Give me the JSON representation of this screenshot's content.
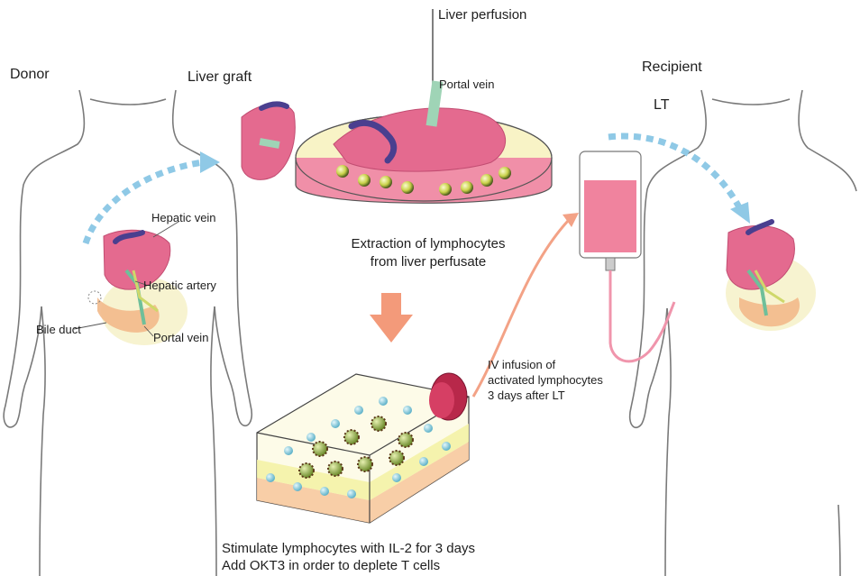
{
  "labels": {
    "donor": "Donor",
    "recipient": "Recipient",
    "liver_graft": "Liver graft",
    "liver_perfusion": "Liver perfusion",
    "portal_vein_top": "Portal vein",
    "lt": "LT",
    "hepatic_vein": "Hepatic vein",
    "hepatic_artery": "Hepatic artery",
    "bile_duct": "Bile duct",
    "portal_vein_donor": "Portal vein",
    "extraction_line1": "Extraction of lymphocytes",
    "extraction_line2": "from liver perfusate",
    "iv_line1": "IV infusion of",
    "iv_line2": "activated lymphocytes",
    "iv_line3": "3 days after LT",
    "stimulate_line1": "Stimulate lymphocytes with IL-2 for 3 days",
    "stimulate_line2": "Add OKT3 in order to deplete T cells"
  },
  "colors": {
    "liver": "#e46a8f",
    "liver_dark": "#c94d74",
    "hepatic_vein": "#4a3f8f",
    "portal_vein": "#6fbf9a",
    "perfusate_yellow": "#f4f2a6",
    "dish_pink": "#f08fa8",
    "dotted_arrow": "#8fc9e6",
    "salmon_arrow": "#f39a7a",
    "body_outline": "#777777",
    "cells_blue": "#8ecde0",
    "cells_green": "#9ab24a"
  },
  "icons": [
    "donor-body",
    "recipient-body",
    "liver-graft",
    "perfusion-dish",
    "culture-flask",
    "iv-bag"
  ]
}
